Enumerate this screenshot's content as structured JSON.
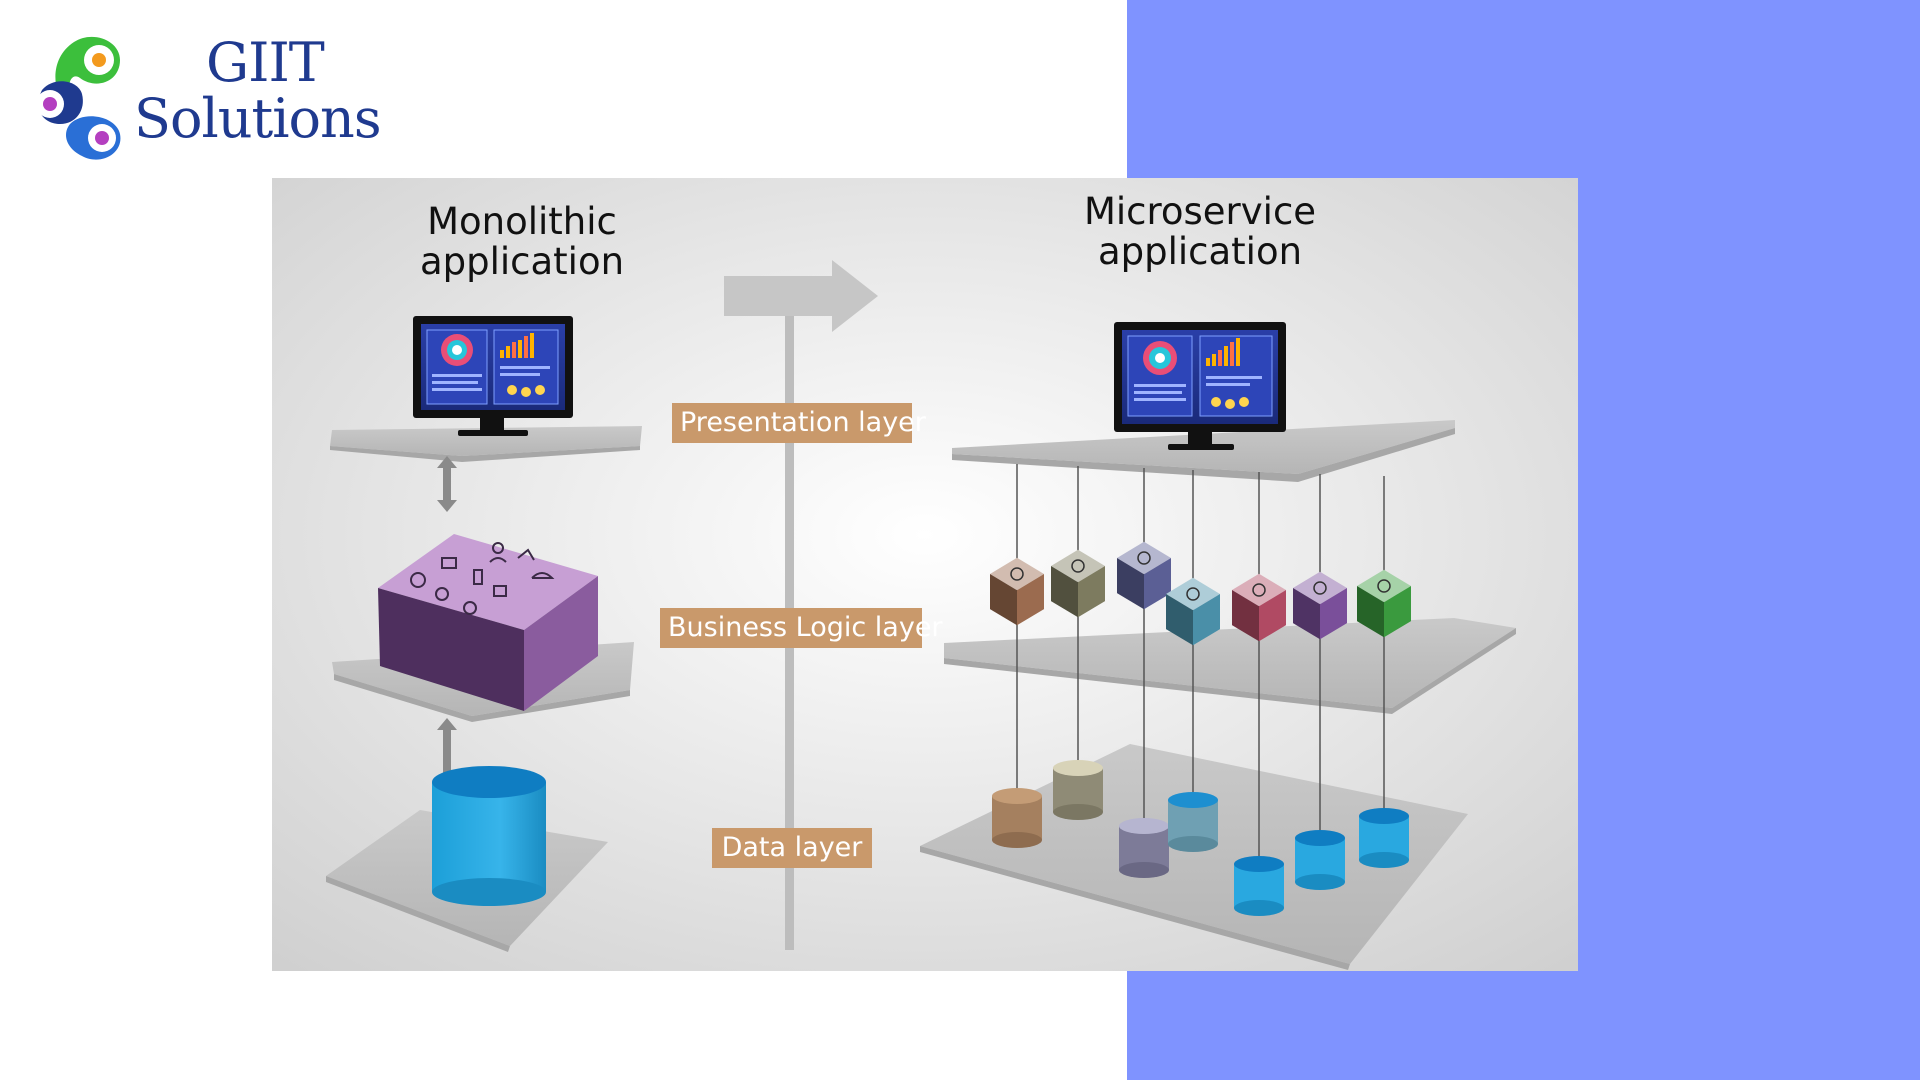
{
  "brand": {
    "line1": "GIIT",
    "line2": "Solutions",
    "text_color": "#1f3a8f",
    "accent_panel_color": "#7f93ff"
  },
  "diagram": {
    "left_title": "Monolithic\napplication",
    "right_title": "Microservice\napplication",
    "layers": {
      "presentation": "Presentation layer",
      "business": "Business Logic layer",
      "data": "Data layer"
    },
    "label_color": "#c9996b",
    "monolith_color": "#8a5c9e",
    "database_color": "#29a8e0",
    "microservice_cubes": [
      {
        "icon": "lightbulb-icon",
        "color": "#9b6b4f"
      },
      {
        "icon": "document-icon",
        "color": "#7d7b5f"
      },
      {
        "icon": "phone-icon",
        "color": "#5b5f95"
      },
      {
        "icon": "lock-icon",
        "color": "#4a8fa8"
      },
      {
        "icon": "globe-icon",
        "color": "#b04a63"
      },
      {
        "icon": "user-icon",
        "color": "#7a4f9a"
      },
      {
        "icon": "microscope-icon",
        "color": "#3a9a3e"
      }
    ]
  }
}
